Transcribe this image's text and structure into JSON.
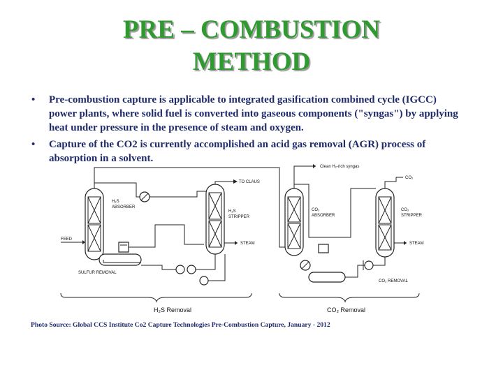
{
  "title": {
    "line1": "PRE – COMBUSTION",
    "line2": "METHOD"
  },
  "bullets": [
    {
      "marker": "•",
      "text": "Pre-combustion capture is applicable to integrated gasification combined cycle (IGCC) power plants, where solid fuel is converted into gaseous components (\"syngas\") by applying heat under pressure in the presence of steam and oxygen."
    },
    {
      "marker": "•",
      "text": "Capture of the CO2 is currently accomplished an acid gas removal (AGR) process of absorption in a solvent."
    }
  ],
  "diagram": {
    "labels": {
      "h2s_absorber_1": "H₂S",
      "h2s_absorber_2": "ABSORBER",
      "to_claus": "TO CLAUS",
      "h2s_stripper_1": "H₂S",
      "h2s_stripper_2": "STRIPPER",
      "feed": "FEED",
      "steam_1": "STEAM",
      "sulfur_removal": "SULFUR REMOVAL",
      "h2s_removal": "H₂S Removal",
      "clean_syngas": "Clean H₂-rich syngas",
      "co2_out": "CO₂",
      "co2_absorber_1": "CO₂",
      "co2_absorber_2": "ABSORBER",
      "co2_stripper_1": "CO₂",
      "co2_stripper_2": "STRIPPER",
      "steam_2": "STEAM",
      "co2_removal_small": "CO₂ REMOVAL",
      "co2_removal": "CO₂ Removal"
    }
  },
  "source": "Photo Source: Global CCS Institute Co2 Capture Technologies Pre-Combustion Capture, January - 2012"
}
